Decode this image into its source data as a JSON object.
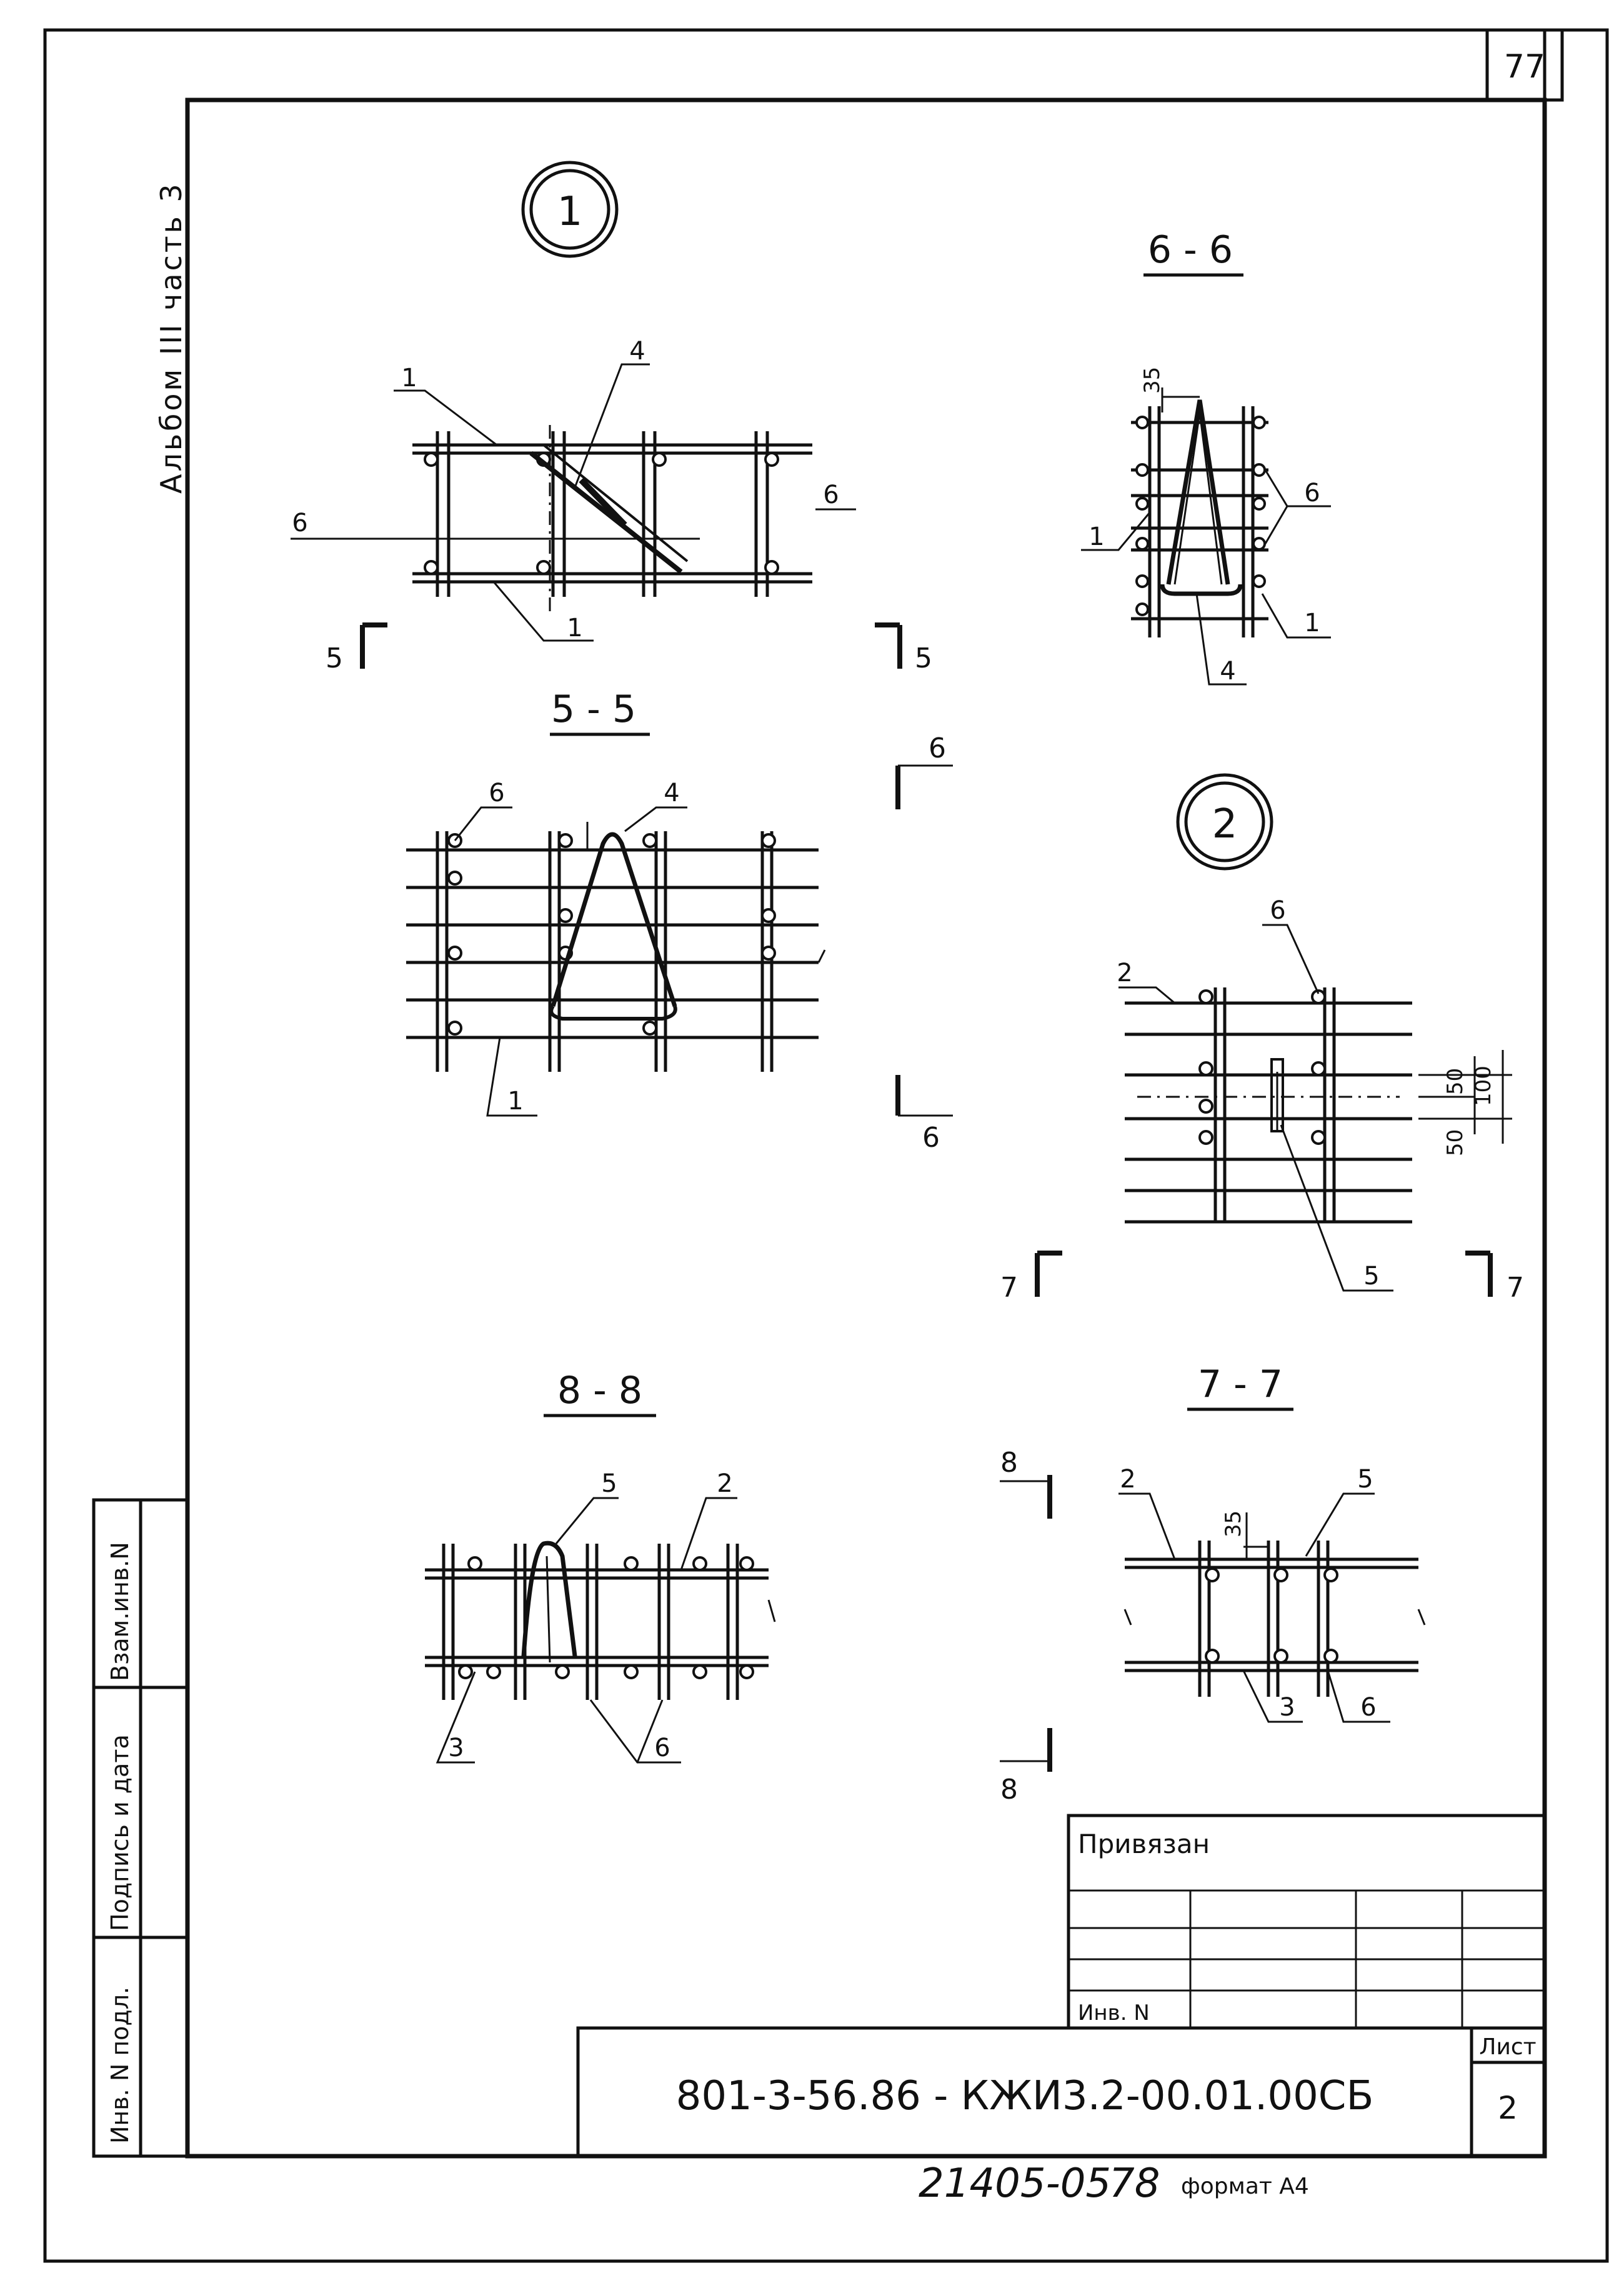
{
  "sheet_number": "77",
  "album_label": "Альбом III часть 3",
  "side_stamp": {
    "cells": [
      "Инв. N подл.",
      "Подпись и дата",
      "Взам.инв.N"
    ]
  },
  "details": {
    "node1": {
      "marker": "1",
      "callouts": [
        "1",
        "4",
        "6",
        "1",
        "6"
      ],
      "cut": [
        "5",
        "5"
      ]
    },
    "section_6_6": {
      "title": "6 - 6",
      "callouts": [
        "35",
        "6",
        "1",
        "1",
        "4"
      ]
    },
    "section_5_5": {
      "title": "5 - 5",
      "callouts": [
        "6",
        "4",
        "1"
      ],
      "cut": [
        "6",
        "6"
      ]
    },
    "node2": {
      "marker": "2",
      "callouts": [
        "2",
        "6",
        "5"
      ],
      "dims": [
        "50",
        "100",
        "50"
      ],
      "cut": [
        "7",
        "7"
      ]
    },
    "section_8_8": {
      "title": "8 - 8",
      "callouts": [
        "5",
        "2",
        "3",
        "6"
      ]
    },
    "section_7_7": {
      "title": "7 - 7",
      "callouts": [
        "2",
        "35",
        "5",
        "3",
        "6"
      ],
      "cut": [
        "8",
        "8"
      ]
    }
  },
  "title_block": {
    "linked": "Привязан",
    "inv_no": "Инв. N",
    "designation": "801-3-56.86 - КЖИ3.2-00.01.00СБ",
    "sheet_label": "Лист",
    "sheet_value": "2"
  },
  "footer": {
    "order_no": "21405-05",
    "copy_no": "78",
    "format": "формат А4"
  }
}
